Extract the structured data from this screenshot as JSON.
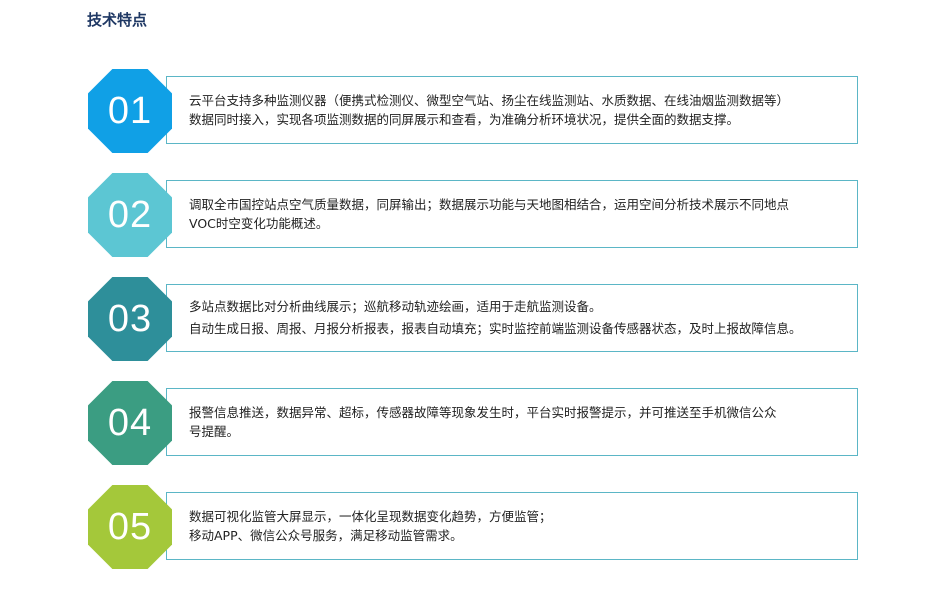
{
  "page": {
    "title": "技术特点"
  },
  "items": [
    {
      "number": "01",
      "color": "#10a0e6",
      "lines": [
        "云平台支持多种监测仪器（便携式检测仪、微型空气站、扬尘在线监测站、水质数据、在线油烟监测数据等）",
        "数据同时接入，实现各项监测数据的同屏展示和查看，为准确分析环境状况，提供全面的数据支撑。"
      ]
    },
    {
      "number": "02",
      "color": "#5cc6d3",
      "lines": [
        "调取全市国控站点空气质量数据，同屏输出；数据展示功能与天地图相结合，运用空间分析技术展示不同地点",
        "VOC时空变化功能概述。"
      ]
    },
    {
      "number": "03",
      "color": "#2e8f9a",
      "lines": [
        "多站点数据比对分析曲线展示；巡航移动轨迹绘画，适用于走航监测设备。",
        "自动生成日报、周报、月报分析报表，报表自动填充；实时监控前端监测设备传感器状态，及时上报故障信息。"
      ]
    },
    {
      "number": "04",
      "color": "#3b9d82",
      "lines": [
        "报警信息推送，数据异常、超标，传感器故障等现象发生时，平台实时报警提示，并可推送至手机微信公众",
        "号提醒。"
      ]
    },
    {
      "number": "05",
      "color": "#a4c83a",
      "lines": [
        "数据可视化监管大屏显示，一体化呈现数据变化趋势，方便监管；",
        "移动APP、微信公众号服务，满足移动监管需求。"
      ]
    }
  ]
}
